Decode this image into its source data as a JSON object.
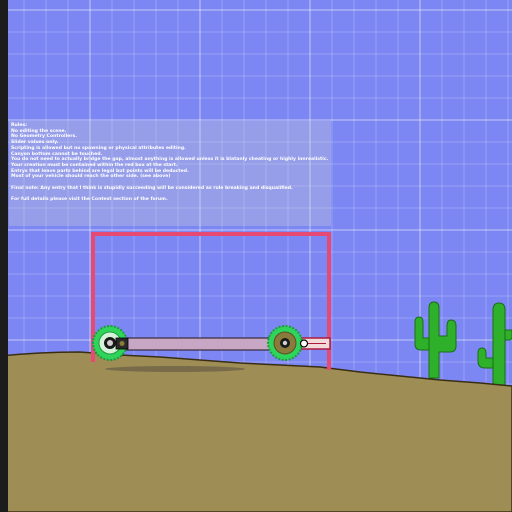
{
  "colors": {
    "sky": "#7c87f3",
    "grid": "#ffffff",
    "ground": "#9e8d55",
    "ground_edge": "#3a2e12",
    "cactus": "#2fb02b",
    "boundary": "#e64a73",
    "wheel_tread": "#2fd45a",
    "wheel_hub": "#8a7b3c",
    "chassis_beam": "#c7a7c4",
    "left_edge_bar": "#1c1c1c"
  },
  "rules": {
    "lines": [
      "Rules:",
      "No editing the scene.",
      "No Geometry Controllers.",
      "Slider values only.",
      "Scripting is allowed but no spawning or physical attributes editing.",
      "Canyon bottom cannot be touched.",
      "You do not need to actually bridge the gap, almost anything is allowed unless it is blatanly cheating or highly innrealistic.",
      "Your creation must be contained within the red box at the start.",
      "Entrys that leave parts behind are legal but points will be deducted.",
      "Most of your vehicle should reach the other side. (see above)",
      "",
      "Final note: Any entry that I think is stupidly succeeding will be considered as rule breaking and disqualified.",
      "",
      "For full details please visit the Contest section of the forum."
    ]
  },
  "scene": {
    "vehicle": {
      "wheel_icon": "gear-wheel",
      "beam_icon": "chassis-beam"
    },
    "cacti": [
      "cactus",
      "cactus"
    ],
    "boundary_box": "start-area-boundary"
  }
}
